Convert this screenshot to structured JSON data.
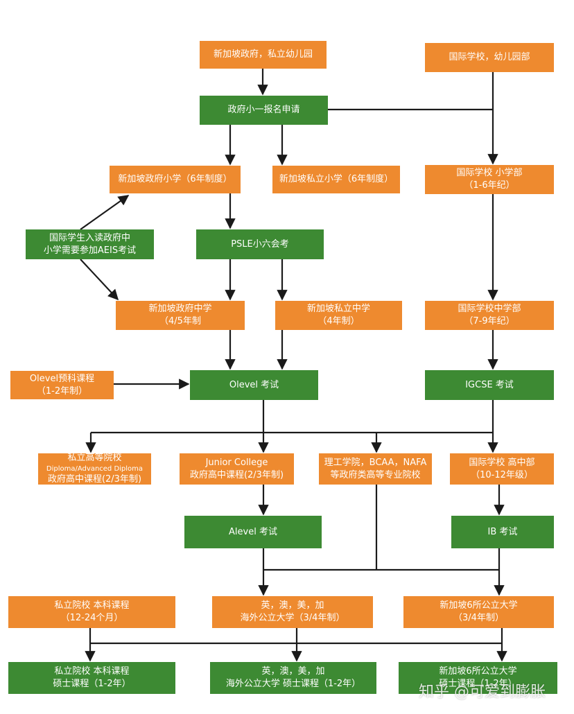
{
  "nodes": {
    "sg_gov_private_kindergarten": {
      "lines": [
        "新加坡政府，私立幼儿园"
      ],
      "color": "orange"
    },
    "intl_school_kindergarten": {
      "lines": [
        "国际学校，幼儿园部"
      ],
      "color": "orange"
    },
    "gov_p1_registration": {
      "lines": [
        "政府小一报名申请"
      ],
      "color": "green"
    },
    "sg_gov_primary": {
      "lines": [
        "新加坡政府小学（6年制度）"
      ],
      "color": "orange"
    },
    "sg_private_primary": {
      "lines": [
        "新加坡私立小学（6年制度）"
      ],
      "color": "orange"
    },
    "intl_primary": {
      "lines": [
        "国际学校 小学部",
        "（1-6年纪）"
      ],
      "color": "orange"
    },
    "aeis_note": {
      "lines": [
        "国际学生入读政府中",
        "小学需要参加AEIS考试"
      ],
      "color": "green"
    },
    "psle": {
      "lines": [
        "PSLE小六会考"
      ],
      "color": "green"
    },
    "sg_gov_secondary": {
      "lines": [
        "新加坡政府中学",
        "（4/5年制"
      ],
      "color": "orange"
    },
    "sg_private_secondary": {
      "lines": [
        "新加坡私立中学",
        "（4年制）"
      ],
      "color": "orange"
    },
    "intl_secondary": {
      "lines": [
        "国际学校中学部",
        "（7-9年纪）"
      ],
      "color": "orange"
    },
    "olevel_prep": {
      "lines": [
        "Olevel预科课程",
        "（1-2年制）"
      ],
      "color": "orange"
    },
    "olevel_exam": {
      "lines": [
        "Olevel 考试"
      ],
      "color": "green"
    },
    "igcse_exam": {
      "lines": [
        "IGCSE 考试"
      ],
      "color": "green"
    },
    "private_higher_inst": {
      "lines": [
        "私立高等院校",
        "Diploma/Advanced Diploma",
        "政府高中课程(2/3年制)"
      ],
      "color": "orange",
      "small_line": 1
    },
    "junior_college": {
      "lines": [
        "Junior College",
        "政府高中课程(2/3年制)"
      ],
      "color": "orange"
    },
    "polytechnic": {
      "lines": [
        "理工学院，BCAA，NAFA",
        "等政府类高等专业院校"
      ],
      "color": "orange"
    },
    "intl_high_school": {
      "lines": [
        "国际学校 高中部",
        "（10-12年级）"
      ],
      "color": "orange"
    },
    "alevel_exam": {
      "lines": [
        "Alevel 考试"
      ],
      "color": "green"
    },
    "ib_exam": {
      "lines": [
        "IB 考试"
      ],
      "color": "green"
    },
    "private_bachelor": {
      "lines": [
        "私立院校 本科课程",
        "（12-24个月）"
      ],
      "color": "orange"
    },
    "overseas_public_univ": {
      "lines": [
        "英，澳，美，加",
        "海外公立大学（3/4年制）"
      ],
      "color": "orange"
    },
    "sg_six_public_univ": {
      "lines": [
        "新加坡6所公立大学",
        "（3/4年制）"
      ],
      "color": "orange"
    },
    "private_master": {
      "lines": [
        "私立院校 本科课程",
        "硕士课程（1-2年）"
      ],
      "color": "green"
    },
    "overseas_master": {
      "lines": [
        "英，澳，美，加",
        "海外公立大学 硕士课程（1-2年）"
      ],
      "color": "green"
    },
    "sg_six_master": {
      "lines": [
        "新加坡6所公立大学",
        "硕士课程（1-2年）"
      ],
      "color": "green"
    }
  },
  "watermark": "知乎 @可爱到膨胀",
  "colors": {
    "orange": "#ee8a2f",
    "green": "#3d8a33",
    "line": "#1a1a1a"
  }
}
